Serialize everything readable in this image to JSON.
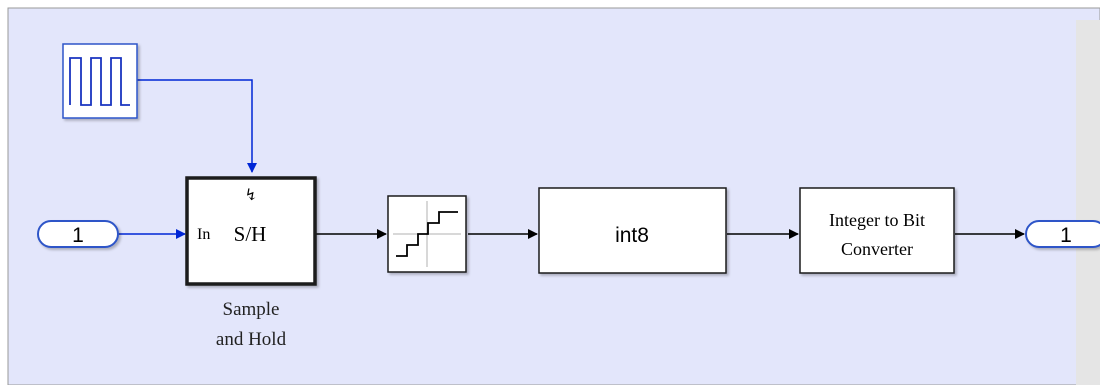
{
  "diagram": {
    "inport": {
      "number": "1"
    },
    "outport": {
      "number": "1"
    },
    "sample_hold": {
      "port_in": "In",
      "label": "S/H",
      "trigger_glyph": "↯",
      "caption_line1": "Sample",
      "caption_line2": "and Hold"
    },
    "quantizer": {
      "icon": "staircase-icon"
    },
    "pulse_generator": {
      "icon": "pulse-wave-icon"
    },
    "convert": {
      "label": "int8"
    },
    "int_to_bit": {
      "line1": "Integer to Bit",
      "line2": "Converter"
    }
  },
  "colors": {
    "background": "#e3e6fb",
    "signal_line": "#000000",
    "trigger_line": "#0026d6",
    "port_fill": "#ffffff",
    "port_stroke": "#2d55c8",
    "block_stroke": "#1a1a1a",
    "pulse_stroke": "#1a34c0",
    "scrollbar": "#e5e5e5"
  }
}
